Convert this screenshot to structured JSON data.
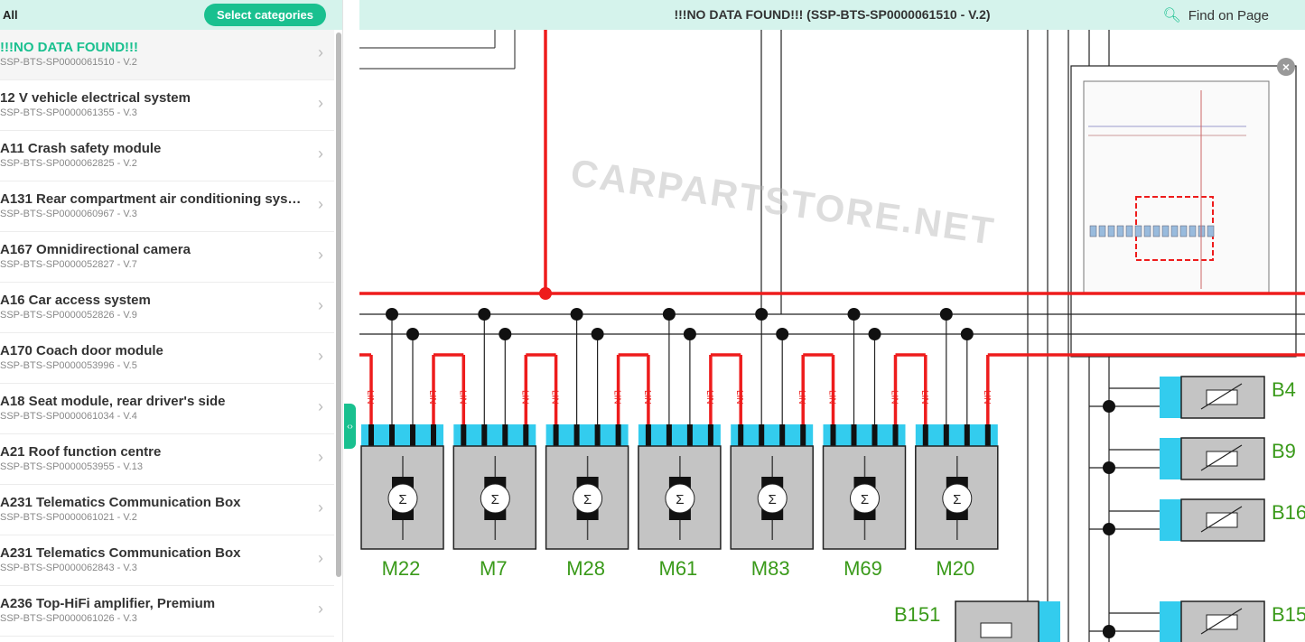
{
  "sidebar": {
    "filter_label": "All",
    "select_categories": "Select categories",
    "items": [
      {
        "title": "!!!NO DATA FOUND!!!",
        "code": "SSP-BTS-SP0000061510 - V.2"
      },
      {
        "title": "12 V vehicle electrical system",
        "code": "SSP-BTS-SP0000061355 - V.3"
      },
      {
        "title": "A11 Crash safety module",
        "code": "SSP-BTS-SP0000062825 - V.2"
      },
      {
        "title": "A131 Rear compartment air conditioning syst...",
        "code": "SSP-BTS-SP0000060967 - V.3"
      },
      {
        "title": "A167 Omnidirectional camera",
        "code": "SSP-BTS-SP0000052827 - V.7"
      },
      {
        "title": "A16 Car access system",
        "code": "SSP-BTS-SP0000052826 - V.9"
      },
      {
        "title": "A170 Coach door module",
        "code": "SSP-BTS-SP0000053996 - V.5"
      },
      {
        "title": "A18 Seat module, rear driver's side",
        "code": "SSP-BTS-SP0000061034 - V.4"
      },
      {
        "title": "A21 Roof function centre",
        "code": "SSP-BTS-SP0000053955 - V.13"
      },
      {
        "title": "A231 Telematics Communication Box",
        "code": "SSP-BTS-SP0000061021 - V.2"
      },
      {
        "title": "A231 Telematics Communication Box",
        "code": "SSP-BTS-SP0000062843 - V.3"
      },
      {
        "title": "A236 Top-HiFi amplifier, Premium",
        "code": "SSP-BTS-SP0000061026 - V.3"
      }
    ]
  },
  "header": {
    "title": "!!!NO DATA FOUND!!! (SSP-BTS-SP0000061510 - V.2)",
    "find_label": "Find on Page"
  },
  "diagram": {
    "motors": [
      "M22",
      "M7",
      "M28",
      "M61",
      "M83",
      "M69",
      "M20"
    ],
    "sensors": [
      "B4",
      "B9",
      "B16",
      "B15"
    ],
    "sensor_left": "B151",
    "lin_label": "LIN",
    "watermark": "CARPARTSTORE.NET"
  },
  "colors": {
    "accent": "#19c08f",
    "wire_red": "#ee1c1c",
    "connector": "#33ccee",
    "label_green": "#3a9a1a"
  }
}
